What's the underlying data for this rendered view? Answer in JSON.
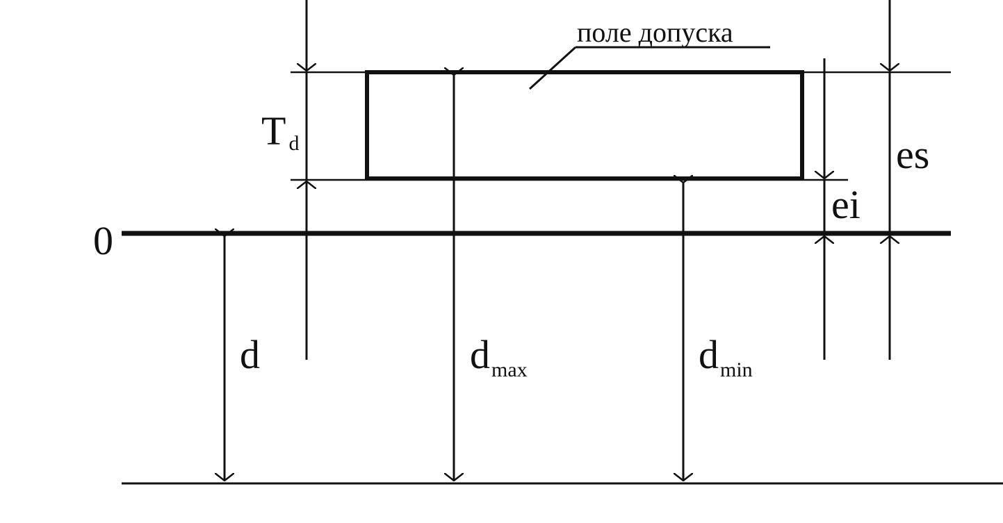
{
  "diagram": {
    "callout_label": "поле допуска",
    "zero_label": "0",
    "tolerance": {
      "main": "T",
      "sub": "d"
    },
    "nominal": "d",
    "dmax": {
      "main": "d",
      "sub": "max"
    },
    "dmin": {
      "main": "d",
      "sub": "min"
    },
    "ei_label": "ei",
    "es_label": "es"
  },
  "colors": {
    "ink": "#111111",
    "background": "#ffffff"
  }
}
